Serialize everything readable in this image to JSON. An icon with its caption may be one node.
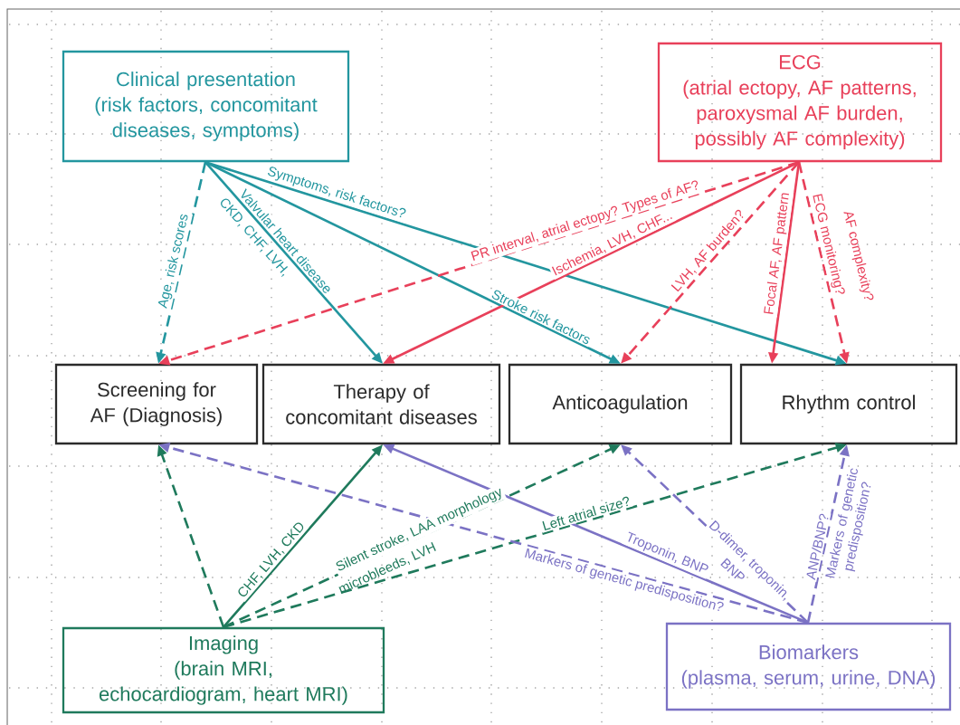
{
  "diagram": {
    "nodes": [
      {
        "text": [
          "Clinical presentation",
          "(risk factors, concomitant diseases, symptoms)"
        ]
      },
      {
        "text": [
          "ECG",
          "(atrial ectopy, AF patterns, paroxysmal AF burden, possibly AF complexity)"
        ]
      },
      {
        "text": [
          "Screening for AF (Diagnosis)"
        ]
      },
      {
        "text": [
          "Therapy of concomitant diseases"
        ]
      },
      {
        "text": [
          "Anticoagulation"
        ]
      },
      {
        "text": [
          "Rhythm control"
        ]
      },
      {
        "text": [
          "Imaging",
          "(brain MRI, echocardiogram, heart MRI)"
        ]
      },
      {
        "text": [
          "Biomarkers",
          "(plasma, serum, urine, DNA)"
        ]
      }
    ],
    "edges": [
      {
        "from": 0,
        "to": 2,
        "arrow": "to",
        "label": "Age, risk scores",
        "style": "dashed",
        "color": "#23969f"
      },
      {
        "from": 0,
        "to": 3,
        "arrow": "to",
        "label": "Valvular heart disease",
        "color": "#23969f"
      },
      {
        "from": 0,
        "to": 4,
        "arrow": "to",
        "label": "Stroke risk factors",
        "color": "#23969f"
      },
      {
        "from": 0,
        "to": 5,
        "arrow": "to",
        "label": "Symptoms, risk factors?",
        "color": "#23969f"
      },
      {
        "from": 1,
        "to": 2,
        "arrow": "to",
        "label": "PR interval, atrial ectopy? Types of AF?",
        "style": "dashed",
        "color": "#e8405a"
      },
      {
        "from": 1,
        "to": 3,
        "arrow": "to",
        "label": "Ischemia, LVH, CHF...",
        "color": "#e8405a"
      },
      {
        "from": 1,
        "to": 4,
        "arrow": "to",
        "label": "LVH, AF burden?",
        "style": "dashed",
        "color": "#e8405a"
      },
      {
        "from": 1,
        "to": 5,
        "arrow": "to",
        "label": "Focal AF, AF pattern",
        "color": "#e8405a"
      },
      {
        "from": 1,
        "to": 5,
        "arrow": "to",
        "label": "ECG monitoring?",
        "style": "dashed",
        "color": "#e8405a"
      },
      {
        "from": 6,
        "to": 2,
        "arrow": "to",
        "style": "dashed",
        "color": "#1f7a5c"
      },
      {
        "from": 6,
        "to": 3,
        "arrow": "to",
        "label": "CHF, LVH, CKD",
        "color": "#1f7a5c"
      },
      {
        "from": 6,
        "to": 4,
        "arrow": "to",
        "label": "Silent stroke, LAA morphology",
        "style": "dashed",
        "color": "#1f7a5c"
      },
      {
        "from": 6,
        "to": 5,
        "arrow": "to",
        "label": "Left atrial size?",
        "style": "dashed",
        "color": "#1f7a5c"
      },
      {
        "from": 7,
        "to": 2,
        "arrow": "to",
        "label": "Markers of genetic predisposition?",
        "style": "dashed",
        "color": "#7b72c4"
      },
      {
        "from": 7,
        "to": 3,
        "arrow": "to",
        "label": "Troponin, BNP",
        "color": "#7b72c4"
      },
      {
        "from": 7,
        "to": 4,
        "arrow": "to",
        "label": "D-dimer, troponin,",
        "style": "dashed",
        "color": "#7b72c4"
      },
      {
        "from": 7,
        "to": 5,
        "arrow": "to",
        "label": "ANP/BNP?",
        "style": "dashed",
        "color": "#7b72c4"
      }
    ],
    "labels": [
      "CKD, CHF, LVH,",
      "AF complexity?",
      "microbleeds, LVH",
      "BNP",
      "Markers of genetic predisposition?"
    ]
  }
}
